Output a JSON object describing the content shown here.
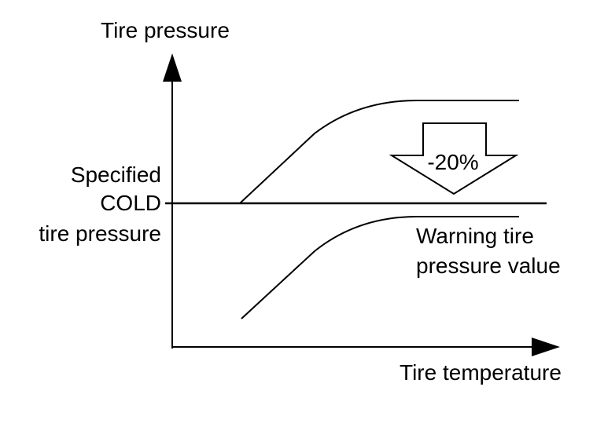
{
  "axes": {
    "y_label": "Tire pressure",
    "x_label": "Tire temperature"
  },
  "reference": {
    "label_line1": "Specified",
    "label_line2": "COLD",
    "label_line3": "tire pressure"
  },
  "drop": {
    "label": "-20%"
  },
  "warning": {
    "label_line1": "Warning tire",
    "label_line2": "pressure value"
  },
  "colors": {
    "stroke": "#000000",
    "background": "#ffffff"
  }
}
